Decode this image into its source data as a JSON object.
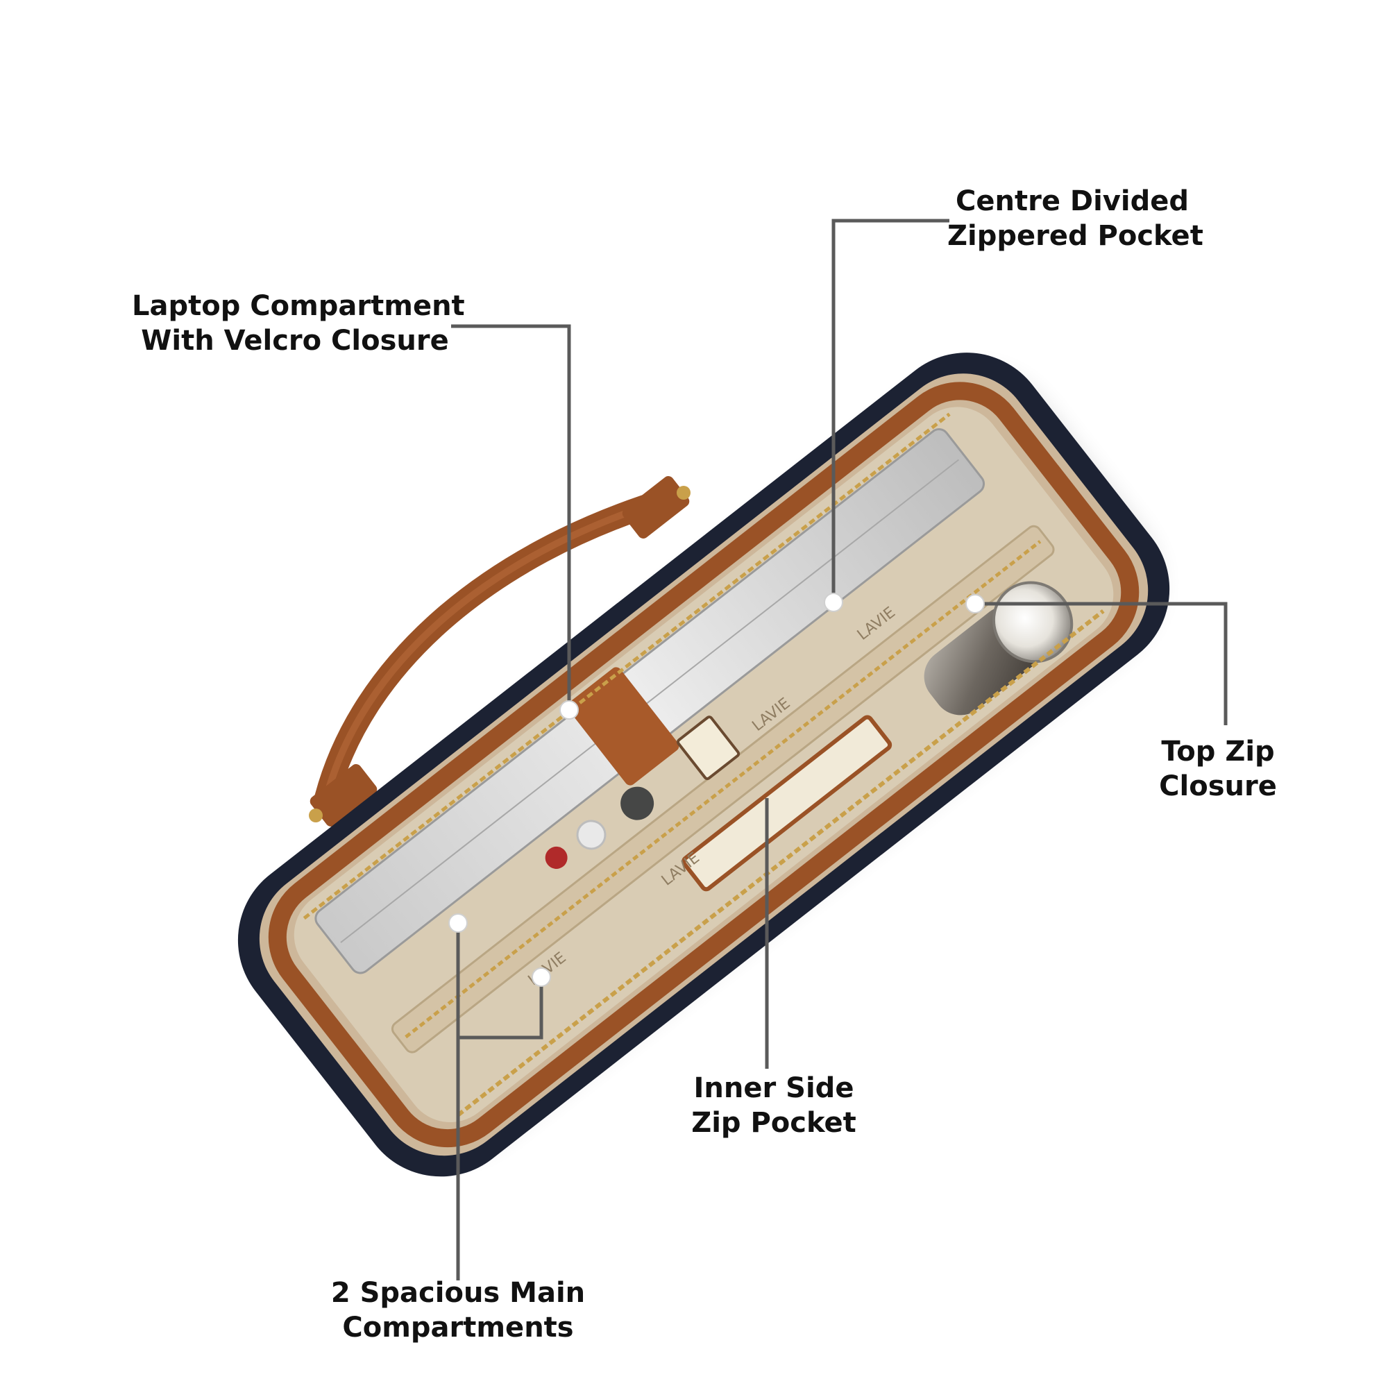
{
  "colors": {
    "leader_line": "#5a5a5a",
    "dot": "#ffffff",
    "label_text": "#111111",
    "bag_navy": "#1c2233",
    "bag_tan": "#9a5226",
    "lining": "#d9ccb4"
  },
  "callouts": [
    {
      "id": "laptop",
      "lines": [
        "Laptop Compartment",
        "With Velcro Closure"
      ]
    },
    {
      "id": "centre",
      "lines": [
        "Centre Divided",
        "Zippered Pocket"
      ]
    },
    {
      "id": "topzip",
      "lines": [
        "Top Zip",
        "Closure"
      ]
    },
    {
      "id": "inner",
      "lines": [
        "Inner Side",
        "Zip Pocket"
      ]
    },
    {
      "id": "main",
      "lines": [
        "2 Spacious Main",
        "Compartments"
      ]
    }
  ],
  "image": {
    "brand_marks": [
      "LAVIE",
      "LAVIE",
      "LAVIE",
      "LAVIE"
    ]
  }
}
